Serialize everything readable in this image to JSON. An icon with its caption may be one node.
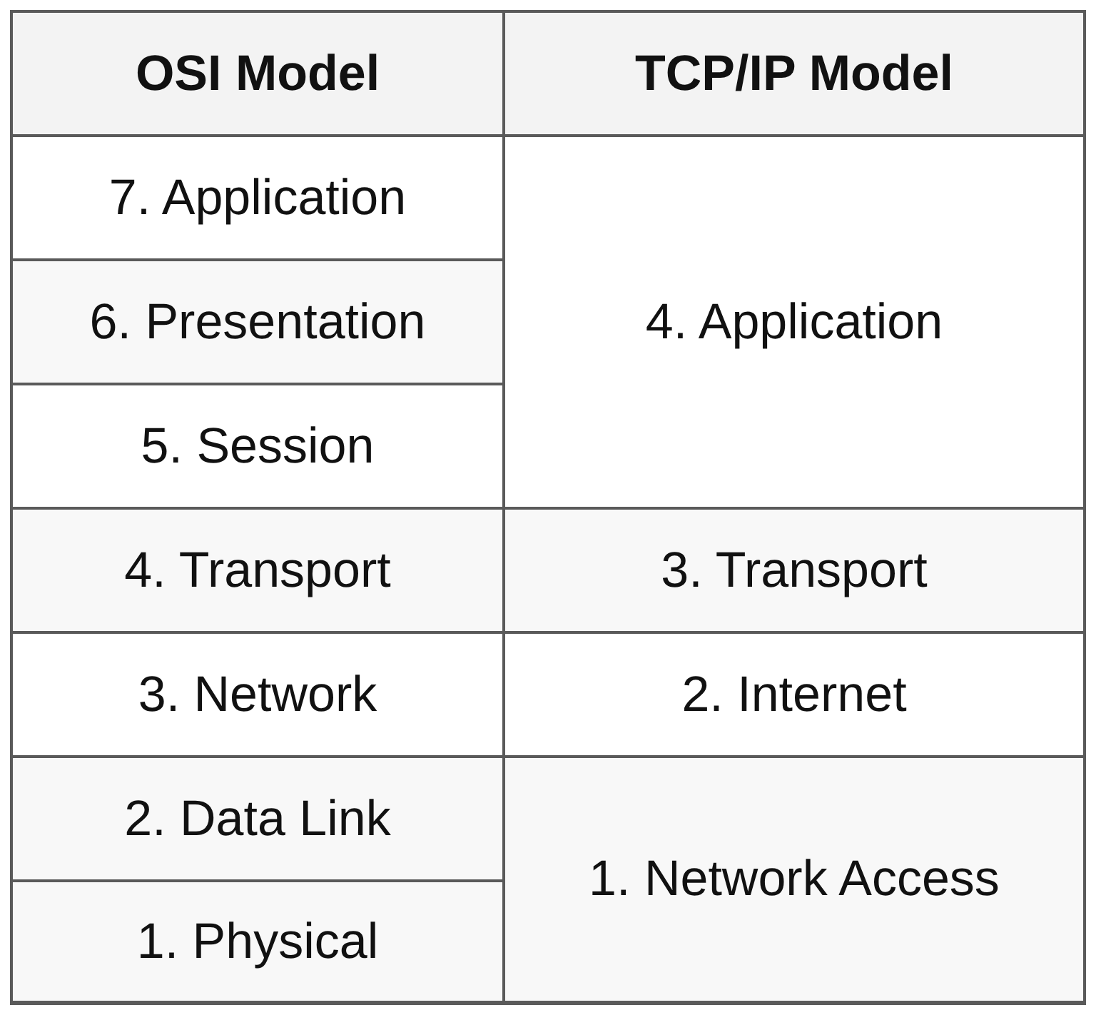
{
  "diagram": {
    "labels": [
      "OSI Model",
      "TCP/IP Model",
      "7. Application",
      "6. Presentation",
      "4. Application",
      "5. Session",
      "4. Transport",
      "3. Transport",
      "3. Network",
      "2. Internet",
      "2. Data Link",
      "1. Network Access",
      "1. Physical"
    ]
  }
}
